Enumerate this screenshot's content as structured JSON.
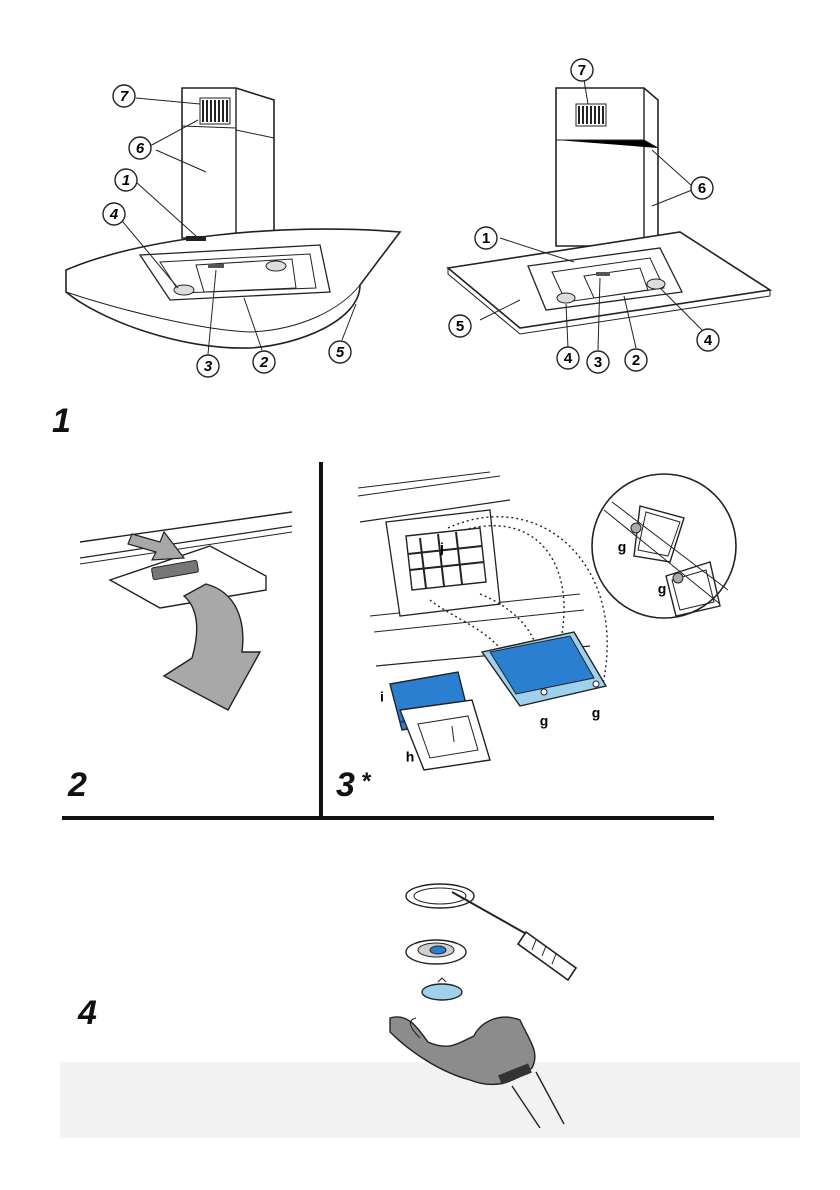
{
  "figures": {
    "fig1": {
      "number": "1"
    },
    "fig2": {
      "number": "2"
    },
    "fig3": {
      "number": "3",
      "asterisk": "*"
    },
    "fig4": {
      "number": "4"
    }
  },
  "hood_left_callouts": [
    "7",
    "6",
    "1",
    "4",
    "3",
    "2",
    "5"
  ],
  "hood_right_callouts": [
    "7",
    "6",
    "1",
    "5",
    "4",
    "3",
    "2",
    "4"
  ],
  "filter_letters": {
    "j": "j",
    "i": "i",
    "h": "h",
    "g": "g"
  },
  "colors": {
    "filter_blue": "#2b7fd0",
    "filter_light": "#9fd0ec",
    "arrow_gray": "#a8a8a8",
    "glove_gray": "#8c8c8c"
  }
}
